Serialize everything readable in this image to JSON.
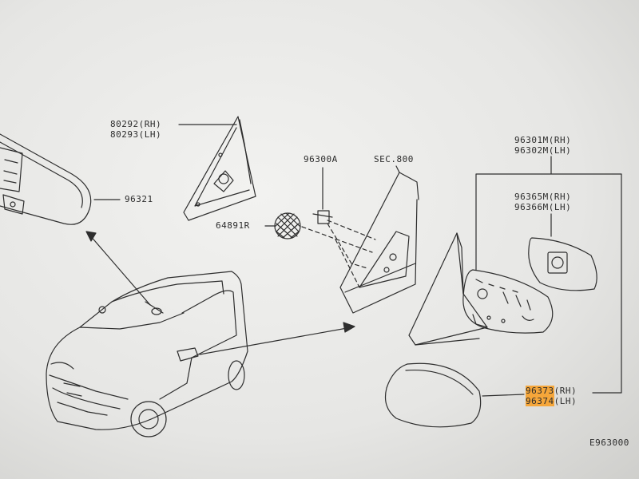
{
  "labels": {
    "p80292": "80292(RH)",
    "p80293": "80293(LH)",
    "p96321": "96321",
    "p96300a": "96300A",
    "psec": "SEC.800",
    "p64891r": "64891R",
    "p96301m": "96301M(RH)",
    "p96302m": "96302M(LH)",
    "p96365m": "96365M(RH)",
    "p96366m": "96366M(LH)",
    "p96373_num": "96373",
    "p96373_side": "(RH)",
    "p96374_num": "96374",
    "p96374_side": "(LH)",
    "diagram_code": "E963000"
  },
  "colors": {
    "line": "#2e2e2e",
    "highlight": "#f5a63a",
    "paper": "#f2f2f0"
  }
}
